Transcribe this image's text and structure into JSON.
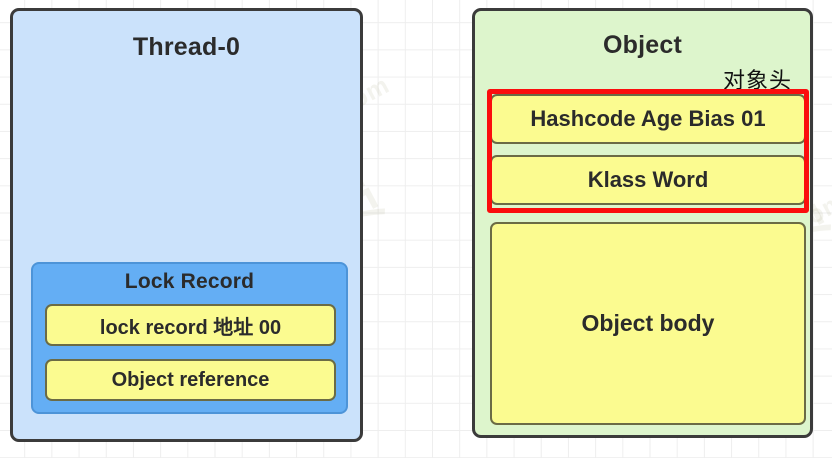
{
  "diagram": {
    "background": {
      "grid_color": "#eeeeee",
      "page_color": "#ffffff"
    },
    "watermark": {
      "brand_cn": "黑马程序员",
      "url": "www.itheima.com"
    },
    "thread": {
      "title": "Thread-0",
      "fill": "#cbe2fb",
      "border": "#3b3b3b",
      "lock_record": {
        "title": "Lock Record",
        "fill": "#64aef4",
        "rows": [
          {
            "label": "lock  record 地址 00"
          },
          {
            "label": "Object reference"
          }
        ]
      }
    },
    "object": {
      "title": "Object",
      "fill": "#ddf5cc",
      "border": "#3b3b3b",
      "header_label": "对象头",
      "header_outline_color": "#fb0d0d",
      "rows": [
        {
          "name": "mark-word",
          "label": "Hashcode Age Bias 01"
        },
        {
          "name": "klass-word",
          "label": "Klass Word"
        },
        {
          "name": "object-body",
          "label": "Object body"
        }
      ]
    }
  }
}
